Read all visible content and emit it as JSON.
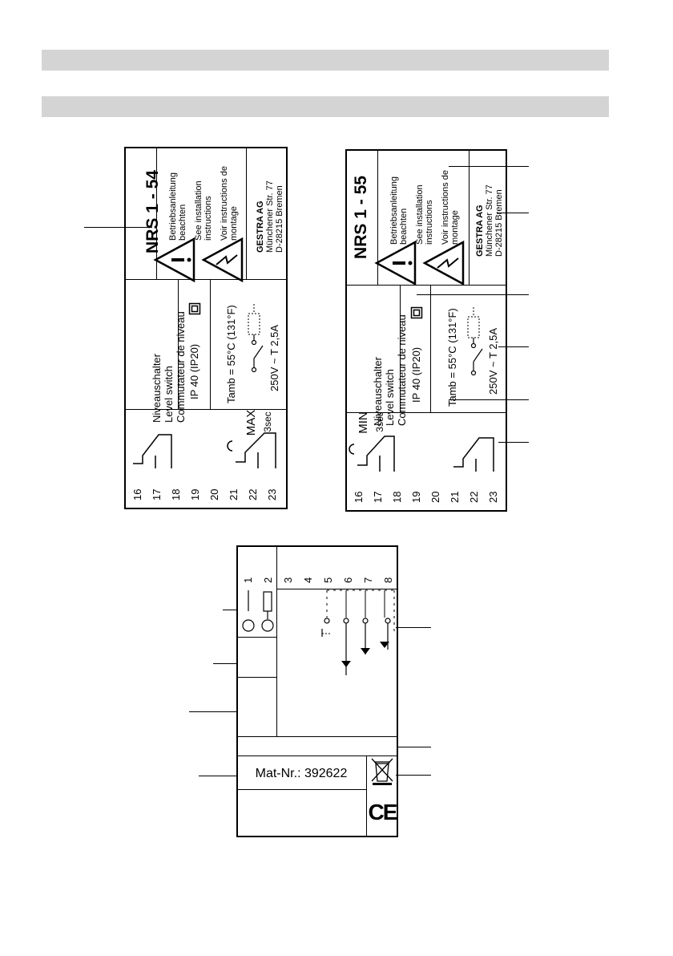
{
  "plate_left": {
    "title": "NRS 1 - 54",
    "warnings": [
      "Betriebsanleitung",
      "beachten",
      "See installation",
      "instructions",
      "Voir instructions de",
      "montage"
    ],
    "manufacturer": [
      "GESTRA AG",
      "Münchener Str. 77",
      "D-28215 Bremen"
    ],
    "description": [
      "Niveauschalter",
      "Level switch",
      "Commutateur de niveau"
    ],
    "protection": "IP 40  (IP20)",
    "ambient": "Tamb = 55°C (131°F)",
    "supply": "250V ~ T 2,5A",
    "relay_label": "MAX",
    "relay_delay": "3sec",
    "terminals": [
      "16",
      "17",
      "18",
      "19",
      "20",
      "21",
      "22",
      "23"
    ]
  },
  "plate_right": {
    "title": "NRS 1 - 55",
    "warnings": [
      "Betriebsanleitung",
      "beachten",
      "See installation",
      "instructions",
      "Voir instructions de",
      "montage"
    ],
    "manufacturer": [
      "GESTRA AG",
      "Münchener Str. 77",
      "D-28215 Bremen"
    ],
    "description": [
      "Niveauschalter",
      "Level switch",
      "Commutateur de niveau"
    ],
    "protection": "IP 40  (IP20)",
    "ambient": "Tamb = 55°C (131°F)",
    "supply": "250V ~ T 2,5A",
    "relay_label": "MIN",
    "relay_delay": "3sec",
    "terminals": [
      "16",
      "17",
      "18",
      "19",
      "20",
      "21",
      "22",
      "23"
    ]
  },
  "bottom_plate": {
    "terminals": [
      "1",
      "2",
      "3",
      "4",
      "5",
      "6",
      "7",
      "8"
    ],
    "material_number": "Mat-Nr.: 392622",
    "ce_mark": "CE"
  },
  "icons": [
    "warning-triangle-icon",
    "electric-shock-icon",
    "double-insulation-icon",
    "weee-bin-icon",
    "ce-mark-icon"
  ]
}
